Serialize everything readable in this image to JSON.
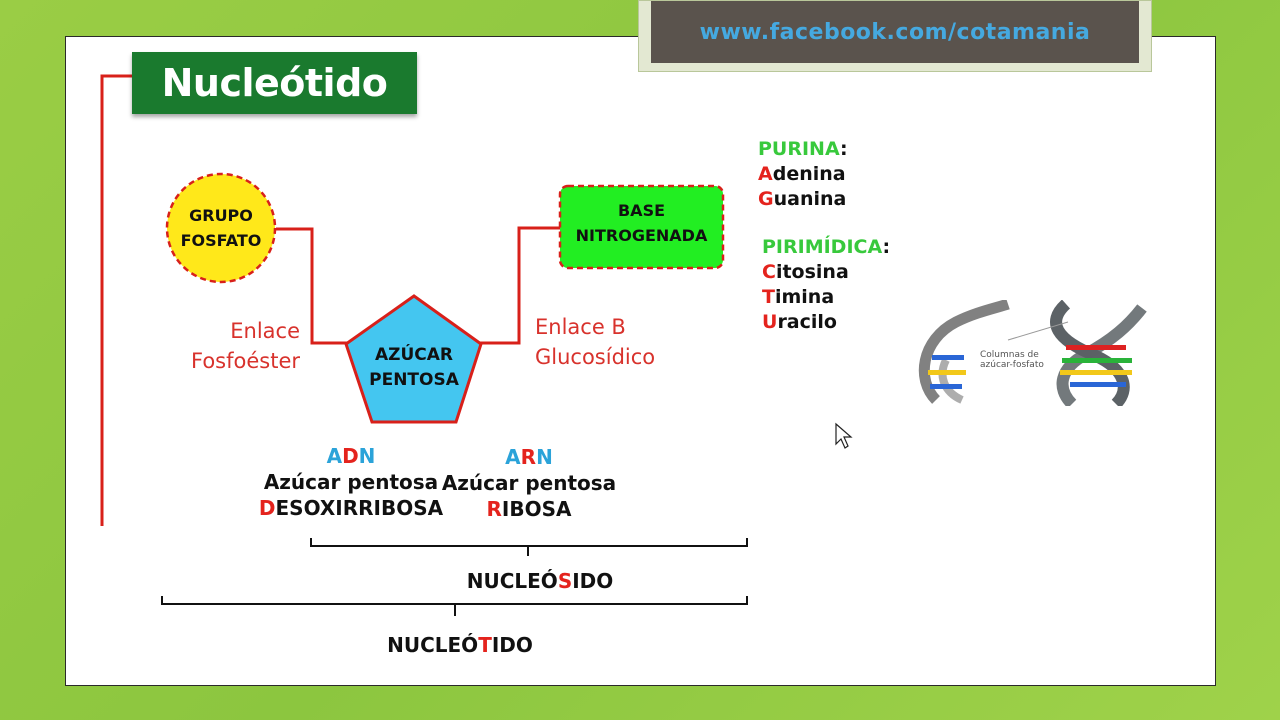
{
  "banner": {
    "url": "www.facebook.com/cotamania"
  },
  "title": "Nucleótido",
  "nodes": {
    "phosphate": {
      "line1": "GRUPO",
      "line2": "FOSFATO"
    },
    "base": {
      "line1": "BASE",
      "line2": "NITROGENADA"
    },
    "sugar": {
      "line1": "AZÚCAR",
      "line2": "PENTOSA"
    }
  },
  "bonds": {
    "phosphoester": {
      "line1": "Enlace",
      "line2": "Fosfoéster"
    },
    "glycosidic": {
      "line1": "Enlace B",
      "line2": "Glucosídico"
    }
  },
  "bases": {
    "purine_label": "PURINA",
    "purines": [
      {
        "initial": "A",
        "rest": "denina"
      },
      {
        "initial": "G",
        "rest": "uanina"
      }
    ],
    "pyrimidine_label": "PIRIMÍDICA",
    "pyrimidines": [
      {
        "initial": "C",
        "rest": "itosina"
      },
      {
        "initial": "T",
        "rest": "imina"
      },
      {
        "initial": "U",
        "rest": "racilo"
      }
    ]
  },
  "adn": {
    "a": "A",
    "d": "D",
    "n": "N",
    "sugar_line": "Azúcar pentosa",
    "sugar_initial": "D",
    "sugar_rest": "ESOXIRRIBOSA"
  },
  "arn": {
    "a": "A",
    "r": "R",
    "n": "N",
    "sugar_line": "Azúcar pentosa",
    "sugar_initial": "R",
    "sugar_rest": "IBOSA"
  },
  "nucleoside": {
    "pre": "NUCLEÓ",
    "mid": "S",
    "post": "IDO"
  },
  "nucleotide": {
    "pre": "NUCLEÓ",
    "mid": "T",
    "post": "IDO"
  },
  "dna_image": {
    "caption_line1": "Columnas de",
    "caption_line2": "azúcar-fosfato"
  },
  "colors": {
    "title_bg": "#1a7a2e",
    "phosphate_fill": "#ffe81a",
    "base_fill": "#22ee22",
    "sugar_fill": "#44c6f0",
    "bond_line": "#d8201a"
  }
}
